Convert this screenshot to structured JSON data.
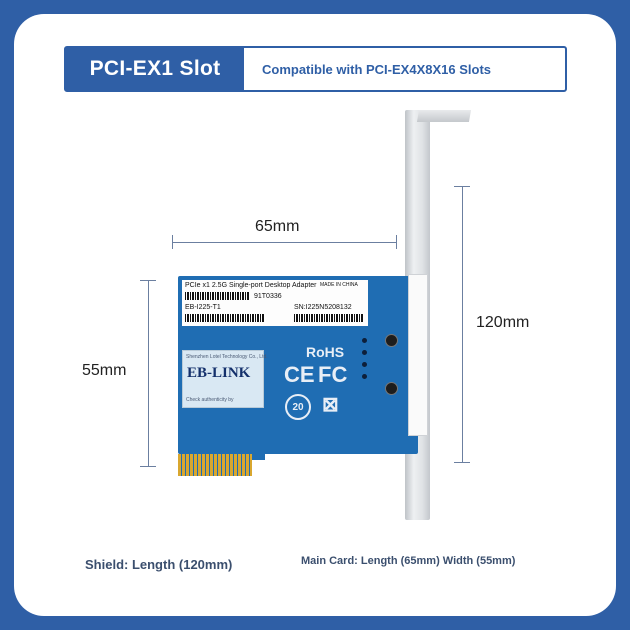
{
  "header": {
    "slot_title": "PCI-EX1 Slot",
    "compat_text": "Compatible with PCI-EX4X8X16 Slots"
  },
  "dimensions": {
    "width_label": "65mm",
    "height_label": "55mm",
    "bracket_label": "120mm"
  },
  "captions": {
    "shield": "Shield: Length (120mm)",
    "main_card": "Main Card: Length (65mm) Width (55mm)"
  },
  "card": {
    "desc": "PCIe x1 2.5G Single-port Desktop Adapter",
    "made_in": "MADE IN CHINA",
    "code": "91T0336",
    "model": "EB-I225-T1",
    "serial": "SN:I225N5208132",
    "maker_line": "Shenzhen Lotel Technology Co., Ltd.",
    "brand": "EB-LINK",
    "check_line": "Check authenticity by",
    "rohs": "RoHS",
    "ce": "CE",
    "fc": "FC",
    "years": "20"
  },
  "colors": {
    "brand_blue": "#2f5fa6",
    "pcb_blue": "#1f6db3",
    "gold": "#d9a72f"
  }
}
